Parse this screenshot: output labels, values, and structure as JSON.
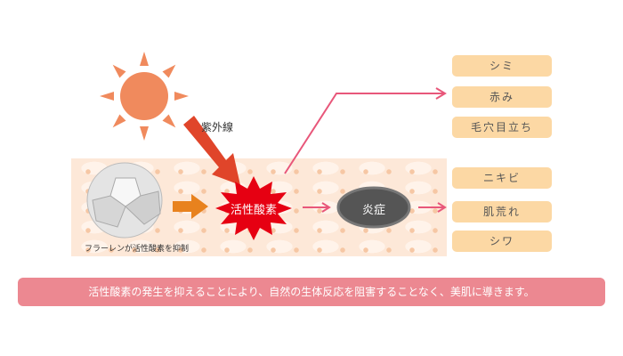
{
  "uv_label": "紫外線",
  "ros_label": "活性酸素",
  "inflammation_label": "炎症",
  "fullerene_caption": "フラーレンが活性酸素を抑制",
  "effects_top": [
    "シミ",
    "赤み",
    "毛穴目立ち"
  ],
  "effects_bottom": [
    "ニキビ",
    "肌荒れ",
    "シワ"
  ],
  "banner": "活性酸素の発生を抑えることにより、自然の生体反応を阻害することなく、美肌に導きます。",
  "colors": {
    "sun": "#f08a5d",
    "uv_arrow": "#e0452a",
    "ros": "#e60012",
    "pink": "#e8577a",
    "box": "#fcd8a4",
    "banner": "#ec8891"
  }
}
